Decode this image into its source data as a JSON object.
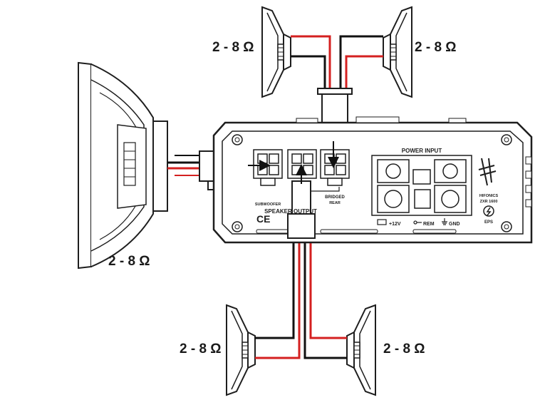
{
  "speakers": {
    "top_left": {
      "impedance": "2 - 8 Ω"
    },
    "top_right": {
      "impedance": "2 - 8 Ω"
    },
    "subwoofer": {
      "impedance": "2 - 8 Ω"
    },
    "bottom_left": {
      "impedance": "2 - 8 Ω"
    },
    "bottom_right": {
      "impedance": "2 - 8 Ω"
    }
  },
  "amplifier": {
    "power_input_label": "POWER INPUT",
    "subwoofer_label": "SUBWOOFER",
    "speaker_output_label": "SPEAKER OUTPUT",
    "bridged_label": "BRIDGED",
    "rear_label": "REAR",
    "plus12v_label": "+12V",
    "rem_label": "REM",
    "gnd_label": "GND",
    "brand": "HIFONICS",
    "model": "ZXR 1600",
    "eps_label": "EPS",
    "ce_mark": "CE"
  },
  "colors": {
    "wire_red": "#d42020",
    "wire_black": "#111111",
    "line": "#1e1e1e"
  }
}
